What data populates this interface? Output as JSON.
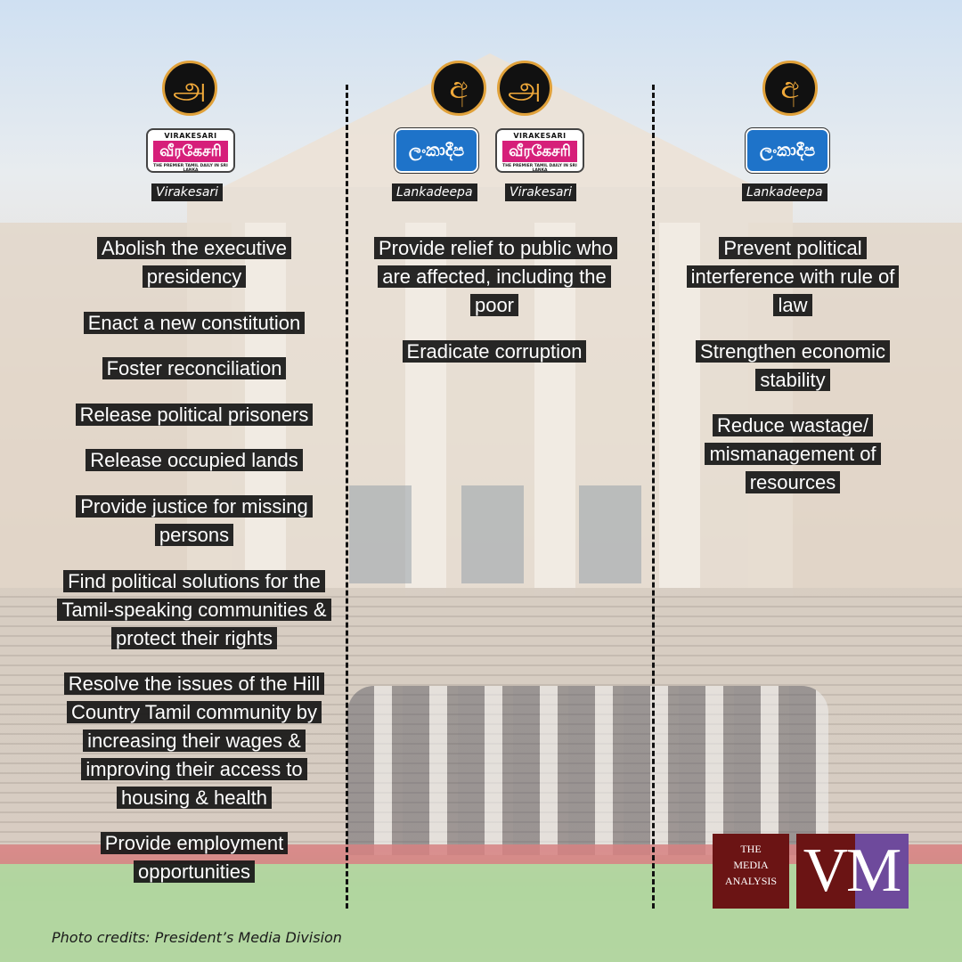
{
  "glyphs": {
    "tamil": "அ",
    "sinhala": "අ"
  },
  "logos": {
    "virakesari_top": "VIRAKESARI",
    "virakesari_main": "வீரகேசரி",
    "virakesari_sub": "THE PREMIER TAMIL DAILY IN SRI LANKA",
    "lankadeepa_main": "ලංකාදීප"
  },
  "columns": [
    {
      "papers": [
        "Virakesari"
      ],
      "items": [
        "Abolish the executive presidency",
        "Enact a new constitution",
        "Foster reconciliation",
        "Release political prisoners",
        "Release occupied lands",
        "Provide justice for missing persons",
        "Find political solutions for the Tamil-speaking communities & protect their rights",
        "Resolve the issues of the Hill Country Tamil community by increasing their wages & improving their access to housing & health",
        "Provide employment opportunities"
      ]
    },
    {
      "papers": [
        "Lankadeepa",
        "Virakesari"
      ],
      "items": [
        "Provide relief to public who are affected, including the poor",
        "Eradicate corruption"
      ]
    },
    {
      "papers": [
        "Lankadeepa"
      ],
      "items": [
        "Prevent political interference with rule of law",
        "Strengthen economic stability",
        "Reduce wastage/ mismanagement of resources"
      ]
    }
  ],
  "credit": "Photo credits: President’s Media Division",
  "brand": {
    "line1": "THE",
    "line2": "MEDIA",
    "line3": "ANALYSIS",
    "mono_v": "V",
    "mono_m": "M"
  },
  "colors": {
    "medallion_border": "#e0a13a",
    "virakesari_pink": "#d61f7a",
    "lankadeepa_blue": "#1e73c9",
    "brand_maroon": "#6b1414",
    "brand_purple": "#6e4a9c"
  }
}
